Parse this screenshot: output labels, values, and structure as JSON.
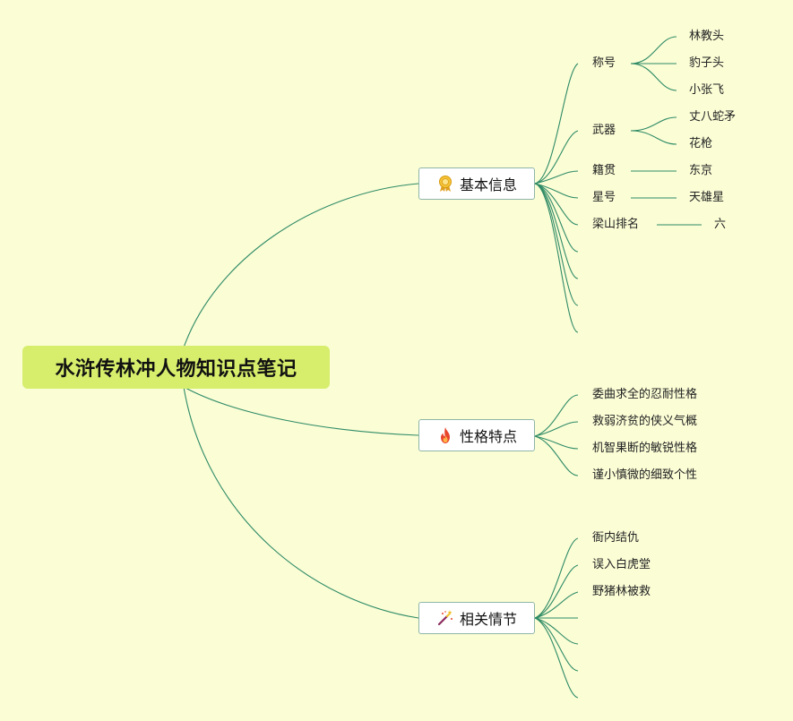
{
  "root": {
    "title": "水浒传林冲人物知识点笔记"
  },
  "branches": [
    {
      "label": "基本信息",
      "icon": "award-ribbon-icon",
      "children": [
        {
          "label": "称号",
          "children": [
            "林教头",
            "豹子头",
            "小张飞"
          ]
        },
        {
          "label": "武器",
          "children": [
            "丈八蛇矛",
            "花枪"
          ]
        },
        {
          "label": "籍贯",
          "children": [
            "东京"
          ]
        },
        {
          "label": "星号",
          "children": [
            "天雄星"
          ]
        },
        {
          "label": "梁山排名",
          "children": [
            "六"
          ]
        }
      ]
    },
    {
      "label": "性格特点",
      "icon": "fire-icon",
      "children": [
        {
          "label": "委曲求全的忍耐性格"
        },
        {
          "label": "救弱济贫的侠义气概"
        },
        {
          "label": "机智果断的敏锐性格"
        },
        {
          "label": "谨小慎微的细致个性"
        }
      ]
    },
    {
      "label": "相关情节",
      "icon": "magic-wand-icon",
      "children": [
        {
          "label": "衙内结仇"
        },
        {
          "label": "误入白虎堂"
        },
        {
          "label": "野猪林被救"
        }
      ]
    }
  ],
  "colors": {
    "background": "#fbfdd5",
    "root_fill": "#d6ee6c",
    "connector": "#2e8b66",
    "branch_border": "#8fb5a8"
  }
}
